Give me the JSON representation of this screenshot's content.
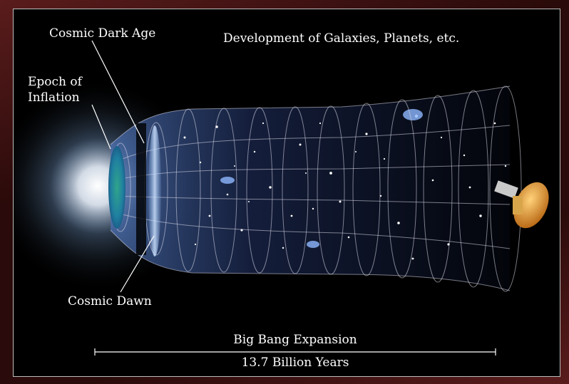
{
  "diagram": {
    "labels": {
      "cosmic_dark_age": "Cosmic Dark Age",
      "development": "Development of Galaxies, Planets, etc.",
      "epoch_of_inflation_line1": "Epoch of",
      "epoch_of_inflation_line2": "Inflation",
      "cosmic_dawn": "Cosmic Dawn",
      "big_bang_expansion": "Big Bang Expansion",
      "timespan": "13.7 Billion Years"
    },
    "colors": {
      "background_frame": "#3a1414",
      "panel": "#000000",
      "text": "#ffffff",
      "grid": "#d8d8e8",
      "flash": "#ffffff",
      "microwave_background": "#2fa58a",
      "probe_gold": "#d9821e"
    },
    "icons": [
      "big-bang-flash",
      "microwave-background-disc",
      "expanding-universe-funnel",
      "space-probe-icon"
    ]
  }
}
